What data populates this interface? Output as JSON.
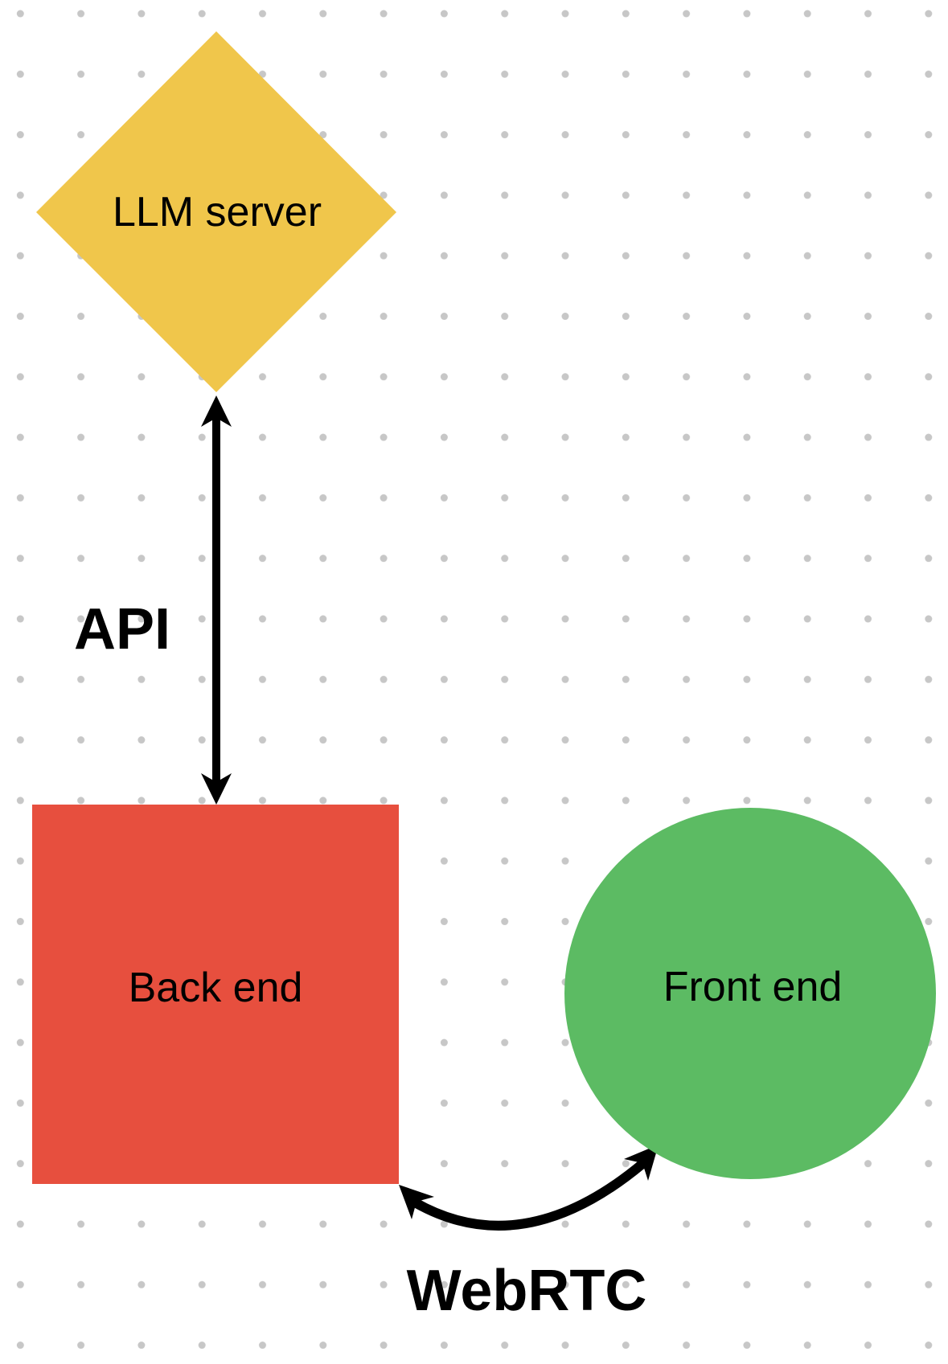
{
  "diagram": {
    "background": {
      "canvas_color": "#FFFFFF",
      "dot_color": "#C7C7C7"
    },
    "nodes": [
      {
        "id": "llm-server",
        "label": "LLM server",
        "shape": "diamond",
        "color": "#F0C64B",
        "text_color": "#000000"
      },
      {
        "id": "back-end",
        "label": "Back end",
        "shape": "square",
        "color": "#E74F3E",
        "text_color": "#000000"
      },
      {
        "id": "front-end",
        "label": "Front end",
        "shape": "circle",
        "color": "#5CBB63",
        "text_color": "#000000"
      }
    ],
    "edges": [
      {
        "id": "api",
        "label": "API",
        "from": "back-end",
        "to": "llm-server",
        "type": "straight-double-arrow",
        "color": "#000000"
      },
      {
        "id": "webrtc",
        "label": "WebRTC",
        "from": "back-end",
        "to": "front-end",
        "type": "curved-double-arrow",
        "color": "#000000"
      }
    ]
  }
}
